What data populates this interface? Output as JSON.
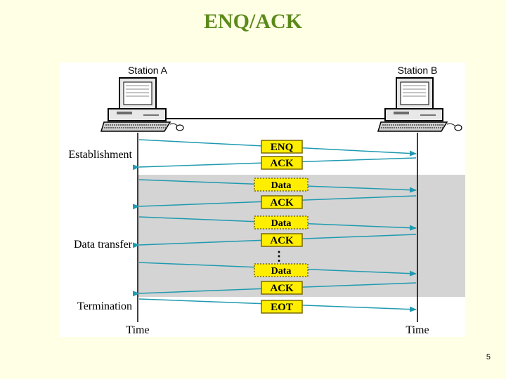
{
  "slide": {
    "title": "ENQ/ACK",
    "page_number": "5"
  },
  "stations": {
    "a_label": "Station A",
    "b_label": "Station B"
  },
  "phases": {
    "establishment": "Establishment",
    "data_transfer": "Data transfer",
    "termination": "Termination"
  },
  "time_labels": {
    "left": "Time",
    "right": "Time"
  },
  "frames": [
    {
      "label": "ENQ",
      "direction": "A-to-B"
    },
    {
      "label": "ACK",
      "direction": "B-to-A"
    },
    {
      "label": "Data",
      "direction": "A-to-B"
    },
    {
      "label": "ACK",
      "direction": "B-to-A"
    },
    {
      "label": "Data",
      "direction": "A-to-B"
    },
    {
      "label": "ACK",
      "direction": "B-to-A"
    },
    {
      "label": "Data",
      "direction": "A-to-B"
    },
    {
      "label": "ACK",
      "direction": "B-to-A"
    },
    {
      "label": "EOT",
      "direction": "A-to-B"
    }
  ],
  "ellipsis": "⋮",
  "colors": {
    "title": "#5c8a1a",
    "slide_background": "#ffffe5",
    "arrow": "#1f9ab0",
    "frame_fill": "#ffee00",
    "frame_border": "#7a6a00",
    "shaded_band": "#d4d4d4"
  }
}
